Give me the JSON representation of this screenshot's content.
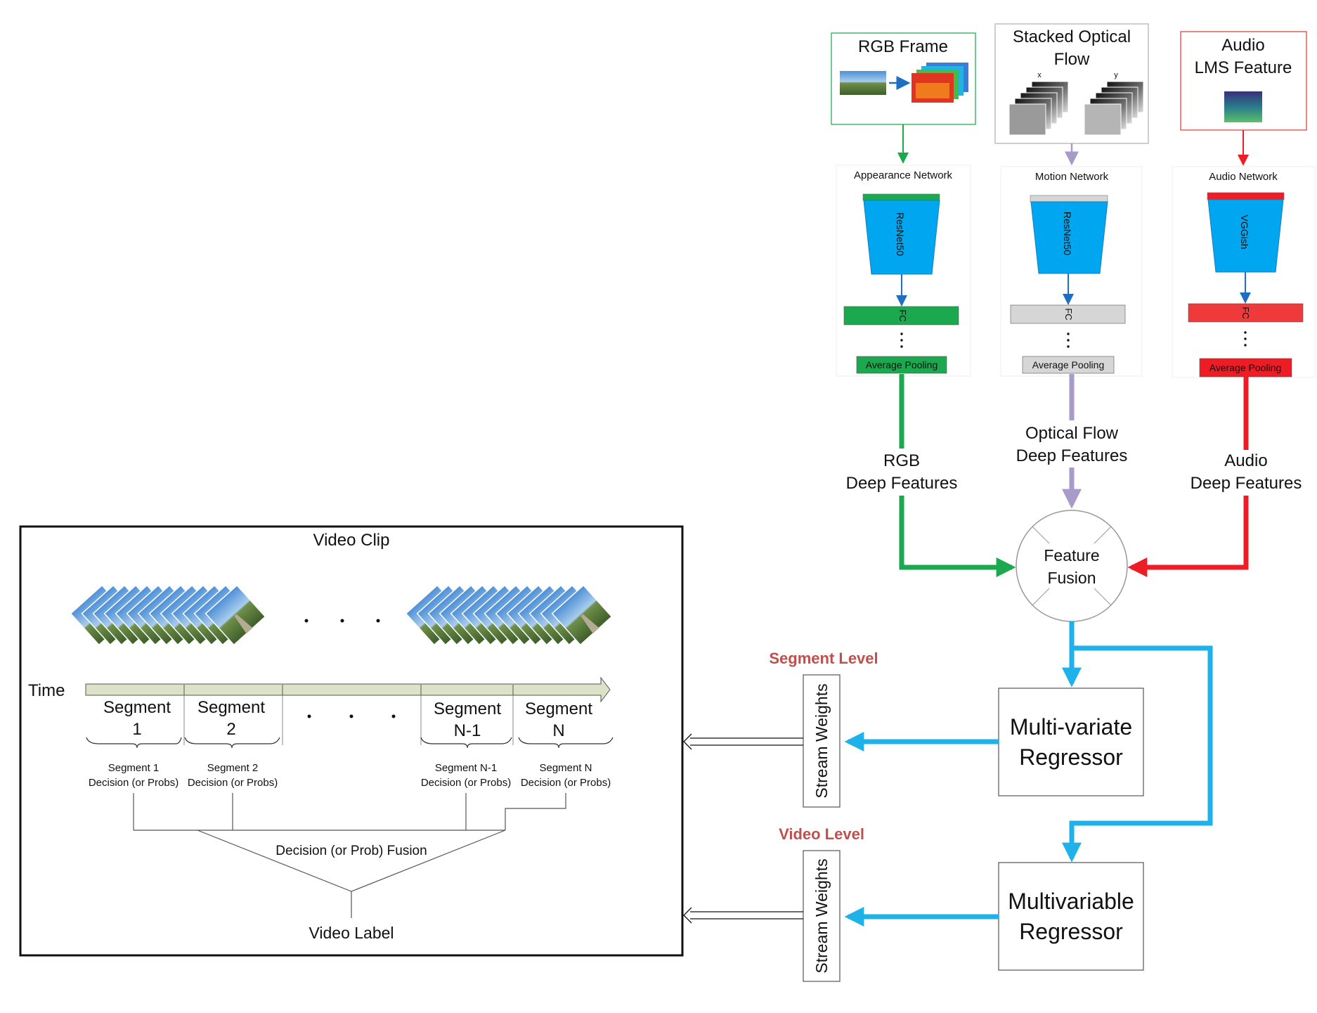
{
  "inputs": {
    "rgb": {
      "title": "RGB Frame"
    },
    "flow": {
      "title_line1": "Stacked Optical",
      "title_line2": "Flow",
      "x_label": "x",
      "y_label": "y"
    },
    "audio": {
      "title_line1": "Audio",
      "title_line2": "LMS Feature"
    }
  },
  "networks": {
    "appearance": {
      "title": "Appearance Network",
      "backbone": "ResNet50",
      "fc": "FC",
      "pooling": "Average Pooling"
    },
    "motion": {
      "title": "Motion Network",
      "backbone": "ResNet50",
      "fc": "FC",
      "pooling": "Average Pooling"
    },
    "audio": {
      "title": "Audio Network",
      "backbone": "VGGish",
      "fc": "FC",
      "pooling": "Average Pooling"
    }
  },
  "features": {
    "rgb": {
      "line1": "RGB",
      "line2": "Deep Features"
    },
    "flow": {
      "line1": "Optical Flow",
      "line2": "Deep Features"
    },
    "audio": {
      "line1": "Audio",
      "line2": "Deep Features"
    }
  },
  "fusion": {
    "line1": "Feature",
    "line2": "Fusion"
  },
  "regressors": {
    "segment": {
      "line1": "Multi-variate",
      "line2": "Regressor"
    },
    "video": {
      "line1": "Multivariable",
      "line2": "Regressor"
    }
  },
  "levels": {
    "segment": "Segment Level",
    "video": "Video Level",
    "stream_weights": "Stream Weights"
  },
  "video_clip": {
    "title": "Video Clip",
    "time_label": "Time",
    "ellipsis": ". . .",
    "segments": [
      {
        "name_line1": "Segment",
        "name_line2": "1",
        "decision_line1": "Segment 1",
        "decision_line2": "Decision (or Probs)"
      },
      {
        "name_line1": "Segment",
        "name_line2": "2",
        "decision_line1": "Segment 2",
        "decision_line2": "Decision (or Probs)"
      },
      {
        "name_line1": "Segment",
        "name_line2": "N-1",
        "decision_line1": "Segment N-1",
        "decision_line2": "Decision (or Probs)"
      },
      {
        "name_line1": "Segment",
        "name_line2": "N",
        "decision_line1": "Segment N",
        "decision_line2": "Decision (or Probs)"
      }
    ],
    "fusion_label": "Decision (or Prob) Fusion",
    "output_label": "Video Label"
  },
  "colors": {
    "rgb": "#1ba84e",
    "flow": "#a89bc9",
    "audio": "#ee1c24",
    "regressor_flow": "#1fb2ea",
    "backbone": "#00a6f0",
    "gray_bar": "#d6d6d6",
    "level_label": "#c0504d"
  }
}
